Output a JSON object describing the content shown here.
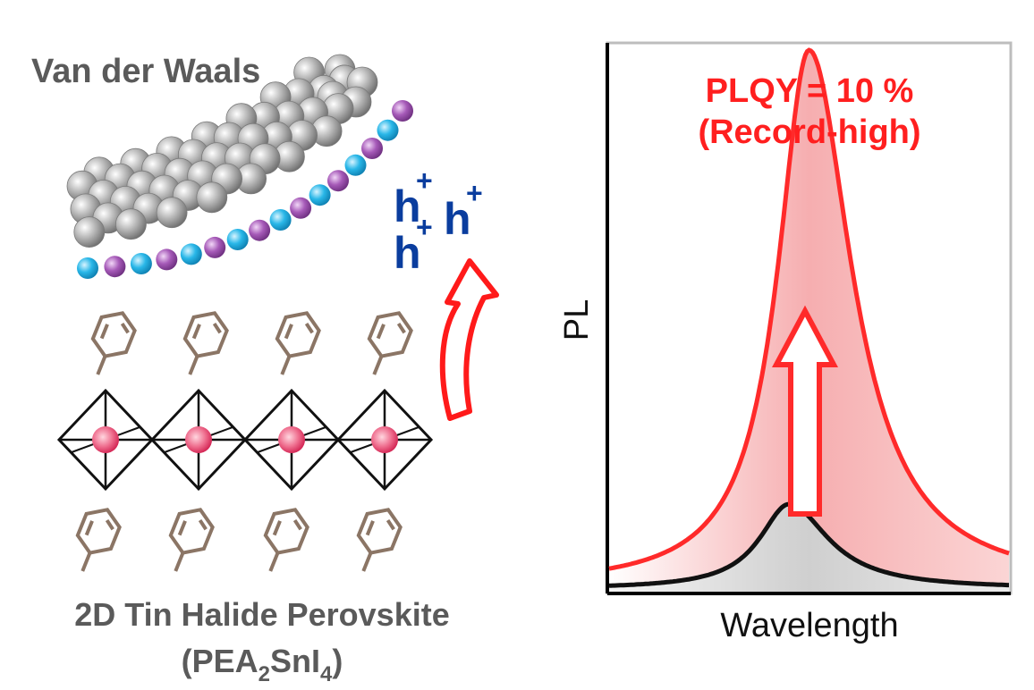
{
  "left_panel": {
    "vdw_label": "Van der Waals",
    "hole_symbol": "h",
    "hole_charge": "+",
    "material_name": "2D Tin Halide Perovskite",
    "formula": {
      "open": "(PEA",
      "sub1": "2",
      "mid": "SnI",
      "sub2": "4",
      "close": ")"
    },
    "colors": {
      "label_gray": "#5a5a5a",
      "hole_blue": "#0a3d9e",
      "arrow_red": "#ff1a1a",
      "phenyl_brown": "#8b7565",
      "bead_cyan": "#29b7e8",
      "bead_purple": "#a65ab8",
      "sphere_gray": "#a8a8a8",
      "tin_pink": "#e8577a"
    }
  },
  "chart_data": {
    "type": "line",
    "xlabel": "Wavelength",
    "ylabel": "PL",
    "annotation": [
      "PLQY = 10 %",
      "(Record-high)"
    ],
    "ylim": [
      0,
      1
    ],
    "grid": false,
    "series": [
      {
        "color": "#ff2a2a",
        "fill": "#f7b3b0",
        "peak_x": 0.5,
        "peak_y": 0.99,
        "baseline": 0.008,
        "width_left": 0.095,
        "width_right": 0.13
      },
      {
        "color": "#111111",
        "fill": "#d0d0d0",
        "peak_x": 0.45,
        "peak_y": 0.16,
        "baseline": 0.005,
        "width_left": 0.09,
        "width_right": 0.12
      }
    ],
    "increase_arrow_color": "#ff2a2a"
  }
}
